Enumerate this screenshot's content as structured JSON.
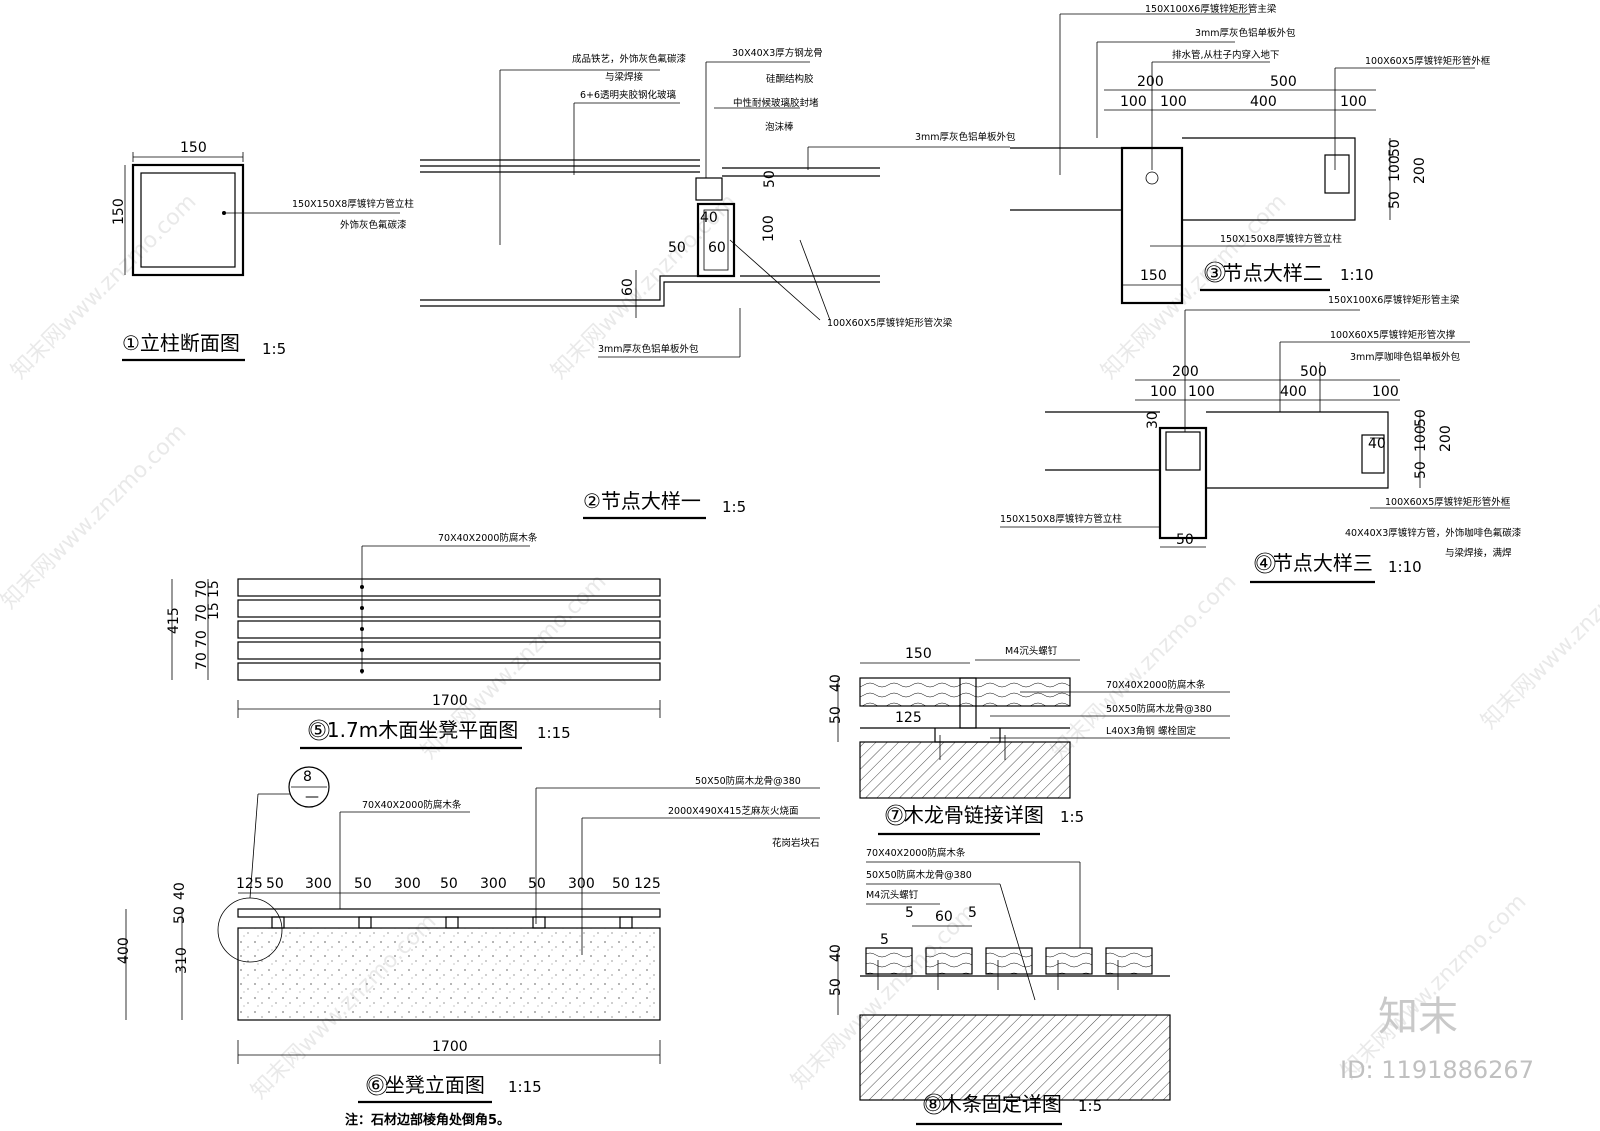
{
  "watermark": {
    "text": "知末网www.znzmo.com",
    "brand": "知末",
    "id": "ID: 1191886267"
  },
  "d1": {
    "title": "①立柱断面图",
    "scale": "1:5",
    "dim_w": "150",
    "dim_h": "150",
    "ann1": "150X150X8厚镀锌方管立柱",
    "ann2": "外饰灰色氟碳漆"
  },
  "d2": {
    "title": "②节点大样一",
    "scale": "1:5",
    "ann": [
      "成品铁艺，外饰灰色氟碳漆",
      "与梁焊接",
      "6+6透明夹胶钢化玻璃",
      "30X40X3厚方钢龙骨",
      "硅酮结构胶",
      "中性耐候玻璃胶封堵",
      "泡沫棒",
      "3mm厚灰色铝单板外包",
      "100X60X5厚镀锌矩形管次梁",
      "3mm厚灰色铝单板外包"
    ],
    "dims": [
      "50",
      "40",
      "60",
      "50",
      "100",
      "60"
    ]
  },
  "d3": {
    "title": "③节点大样二",
    "scale": "1:10",
    "ann": [
      "150X100X6厚镀锌矩形管主梁",
      "3mm厚灰色铝单板外包",
      "排水管,从柱子内穿入地下",
      "100X60X5厚镀锌矩形管外框",
      "3mm厚灰色铝单板外包",
      "150X150X8厚镀锌方管立柱"
    ],
    "dims": [
      "200",
      "500",
      "100",
      "100",
      "400",
      "100",
      "50",
      "100",
      "50",
      "200",
      "150"
    ]
  },
  "d4": {
    "title": "④节点大样三",
    "scale": "1:10",
    "ann": [
      "150X100X6厚镀锌矩形管主梁",
      "100X60X5厚镀锌矩形管次撑",
      "3mm厚咖啡色铝单板外包",
      "150X150X8厚镀锌方管立柱",
      "100X60X5厚镀锌矩形管外框",
      "40X40X3厚镀锌方管，外饰咖啡色氟碳漆",
      "与梁焊接，满焊"
    ],
    "dims": [
      "200",
      "500",
      "100",
      "100",
      "400",
      "100",
      "30",
      "50",
      "100",
      "50",
      "200",
      "40",
      "50"
    ]
  },
  "d5": {
    "title": "⑤1.7m木面坐凳平面图",
    "scale": "1:15",
    "ann": "70X40X2000防腐木条",
    "dims": [
      "415",
      "70",
      "70",
      "70",
      "15",
      "15",
      "70",
      "70",
      "15",
      "15",
      "70",
      "1700"
    ]
  },
  "d6": {
    "title": "⑥坐凳立面图",
    "scale": "1:15",
    "ann": [
      "50X50防腐木龙骨@380",
      "2000X490X415芝麻灰火烧面",
      "花岗岩块石",
      "70X40X2000防腐木条"
    ],
    "callout": "8",
    "callout_sub": "—",
    "dims_top": [
      "125",
      "50",
      "300",
      "50",
      "300",
      "50",
      "300",
      "50",
      "300",
      "50",
      "125"
    ],
    "dims_left": [
      "40",
      "50",
      "310",
      "400"
    ],
    "dim_bottom": "1700",
    "note": "注：石材边部棱角处倒角5。"
  },
  "d7": {
    "title": "⑦木龙骨链接详图",
    "scale": "1:5",
    "ann": [
      "M4沉头螺钉",
      "70X40X2000防腐木条",
      "50X50防腐木龙骨@380",
      "L40X3角钢 螺栓固定"
    ],
    "dims": [
      "150",
      "40",
      "50",
      "125"
    ]
  },
  "d8": {
    "title": "⑧木条固定详图",
    "scale": "1:5",
    "ann": [
      "70X40X2000防腐木条",
      "50X50防腐木龙骨@380",
      "M4沉头螺钉"
    ],
    "dims": [
      "60",
      "5",
      "5",
      "5",
      "40",
      "50"
    ]
  }
}
